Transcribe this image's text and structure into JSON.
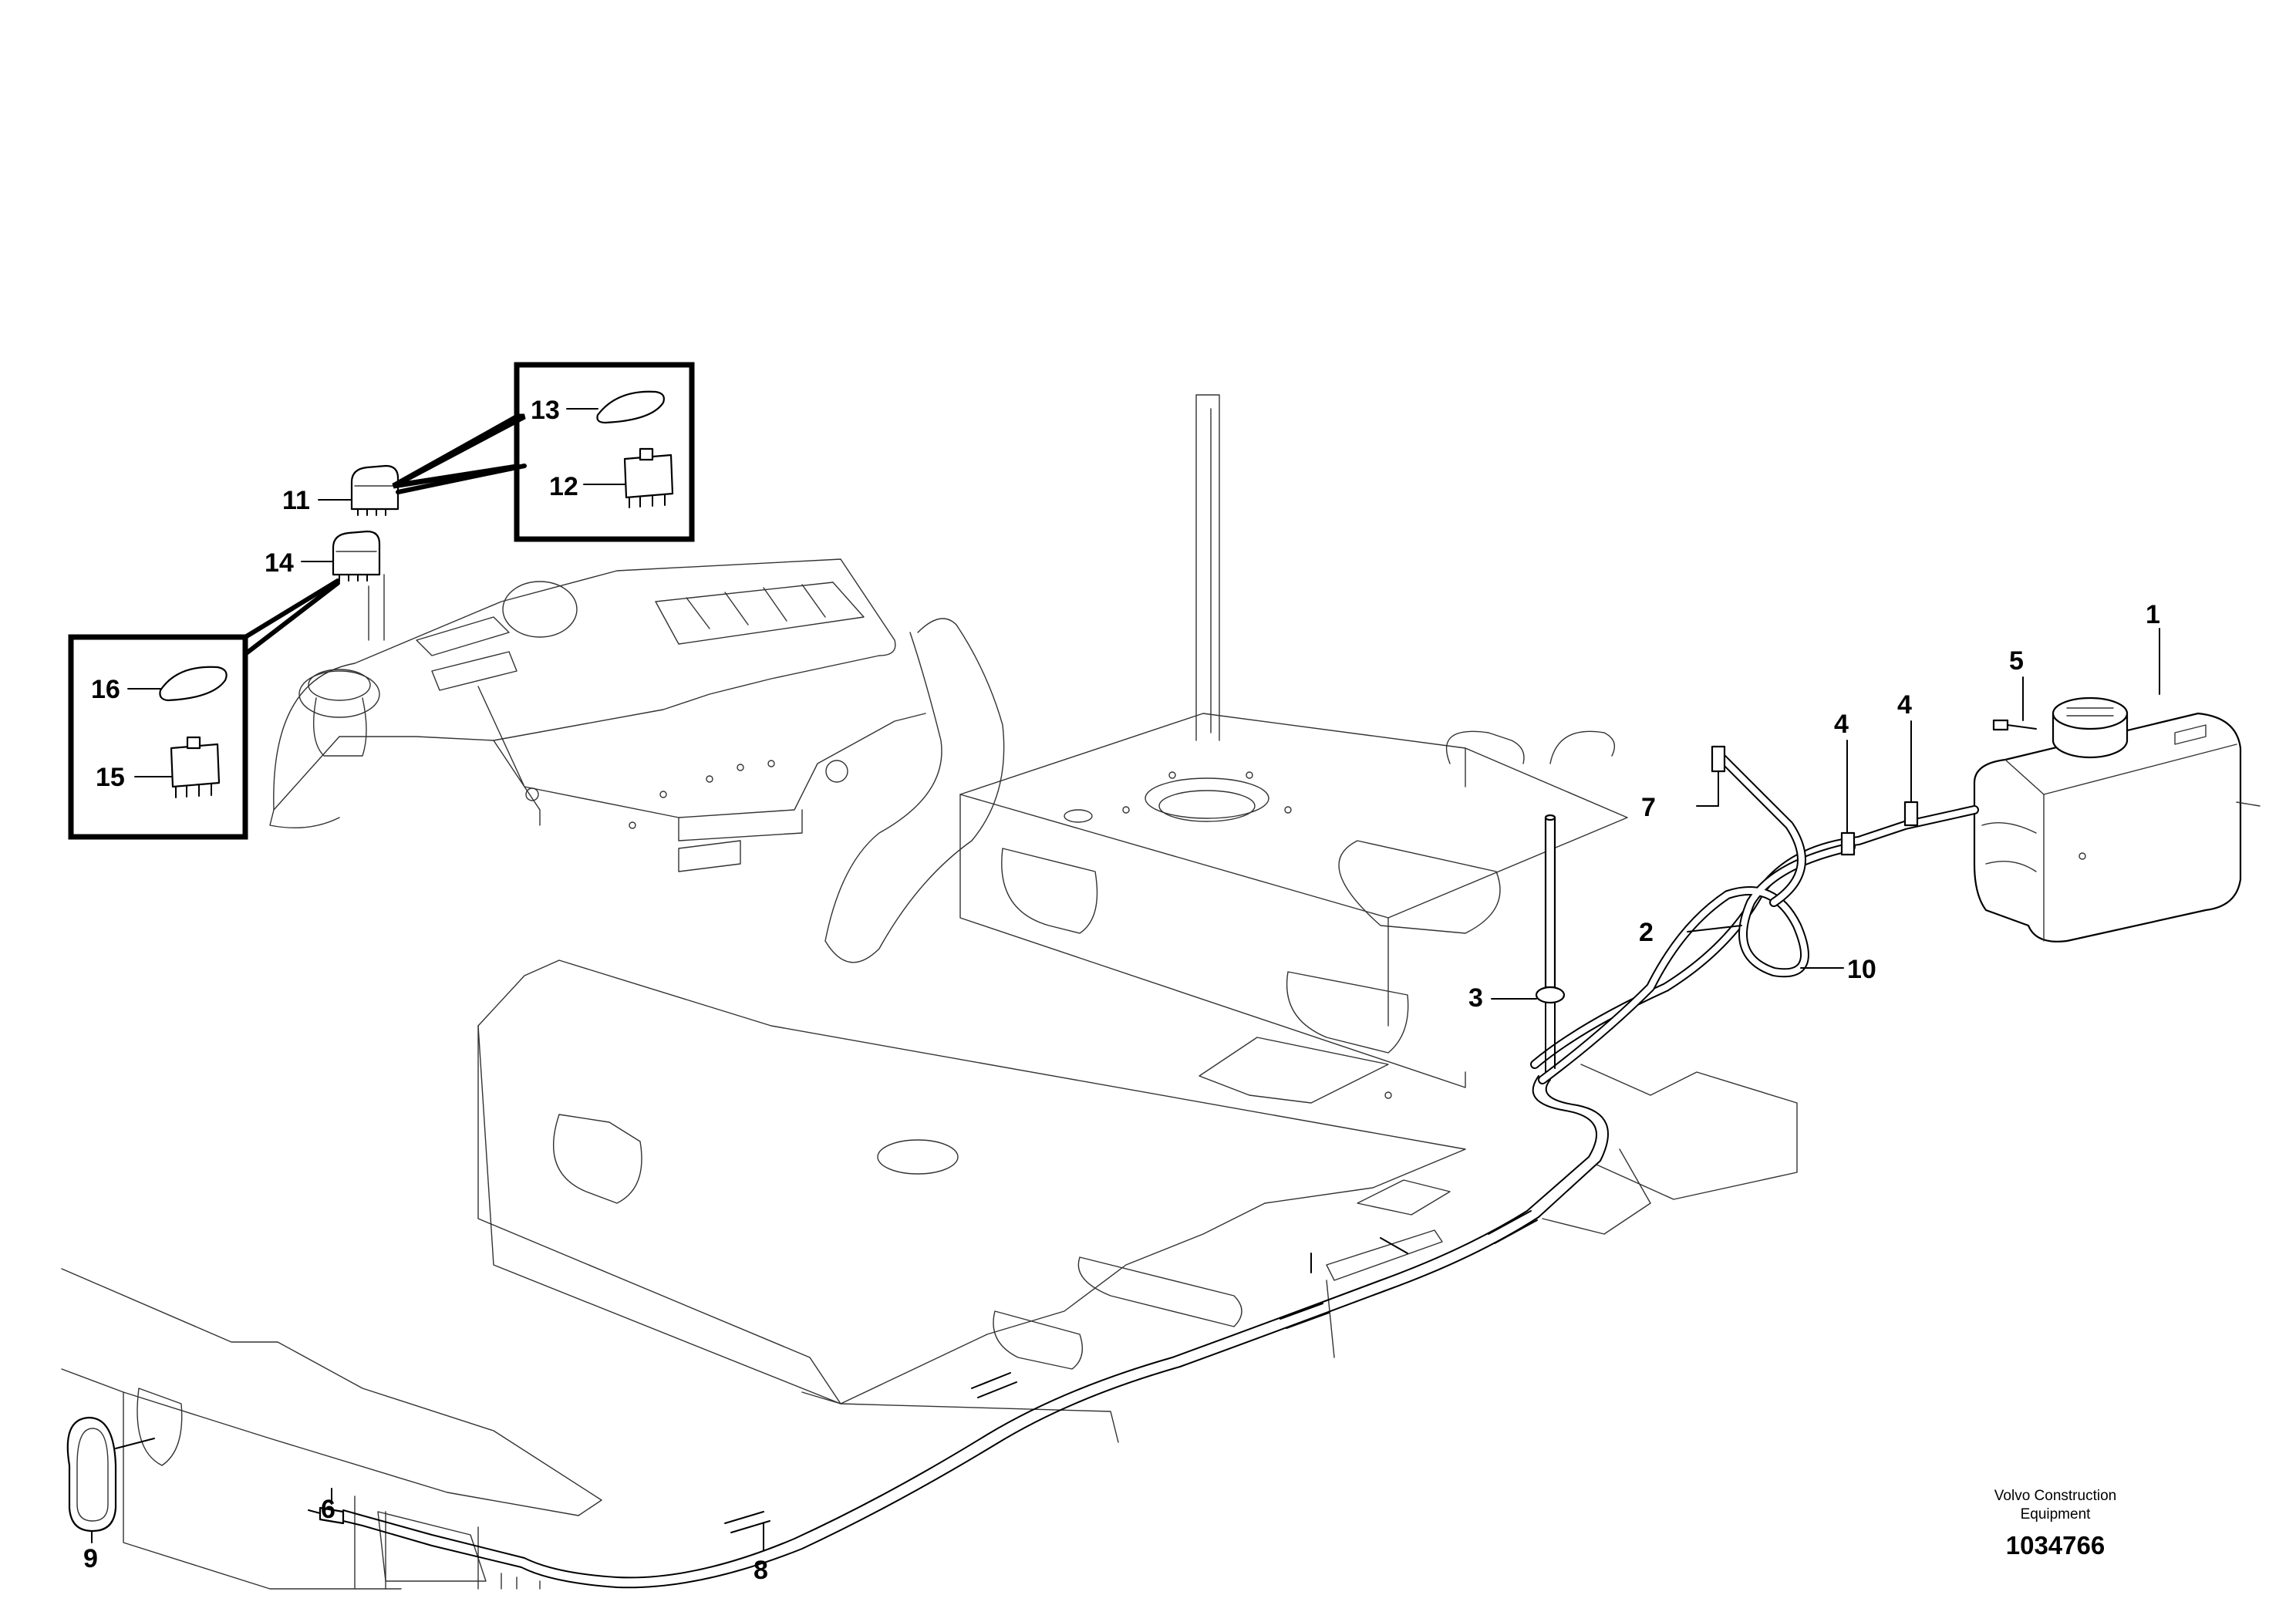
{
  "diagram": {
    "doc_number": "1034766",
    "credit_line1": "Volvo Construction",
    "credit_line2": "Equipment",
    "callouts": {
      "c1": "1",
      "c2": "2",
      "c3": "3",
      "c4a": "4",
      "c4b": "4",
      "c5": "5",
      "c6": "6",
      "c7": "7",
      "c8": "8",
      "c9": "9",
      "c10": "10",
      "c11": "11",
      "c12": "12",
      "c13": "13",
      "c14": "14",
      "c15": "15",
      "c16": "16"
    }
  }
}
